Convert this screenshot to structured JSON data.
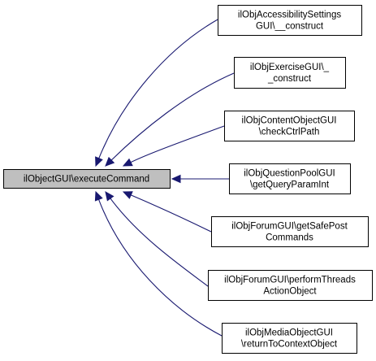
{
  "diagram": {
    "kind": "doxygen-caller-graph",
    "colors": {
      "root_fill": "#bfbfbf",
      "node_fill": "#ffffff",
      "border": "#000000",
      "edge": "#191970"
    },
    "root": {
      "id": "root",
      "lines": [
        "ilObjectGUI\\executeCommand"
      ]
    },
    "callers": [
      {
        "id": "c1",
        "lines": [
          "ilObjAccessibilitySettings",
          "GUI\\__construct"
        ]
      },
      {
        "id": "c2",
        "lines": [
          "ilObjExerciseGUI\\_",
          "_construct"
        ]
      },
      {
        "id": "c3",
        "lines": [
          "ilObjContentObjectGUI",
          "\\checkCtrlPath"
        ]
      },
      {
        "id": "c4",
        "lines": [
          "ilObjQuestionPoolGUI",
          "\\getQueryParamInt"
        ]
      },
      {
        "id": "c5",
        "lines": [
          "ilObjForumGUI\\getSafePost",
          "Commands"
        ]
      },
      {
        "id": "c6",
        "lines": [
          "ilObjForumGUI\\performThreads",
          "ActionObject"
        ]
      },
      {
        "id": "c7",
        "lines": [
          "ilObjMediaObjectGUI",
          "\\returnToContextObject"
        ]
      }
    ],
    "edges": [
      {
        "from": "c1",
        "to": "root"
      },
      {
        "from": "c2",
        "to": "root"
      },
      {
        "from": "c3",
        "to": "root"
      },
      {
        "from": "c4",
        "to": "root"
      },
      {
        "from": "c5",
        "to": "root"
      },
      {
        "from": "c6",
        "to": "root"
      },
      {
        "from": "c7",
        "to": "root"
      }
    ]
  }
}
